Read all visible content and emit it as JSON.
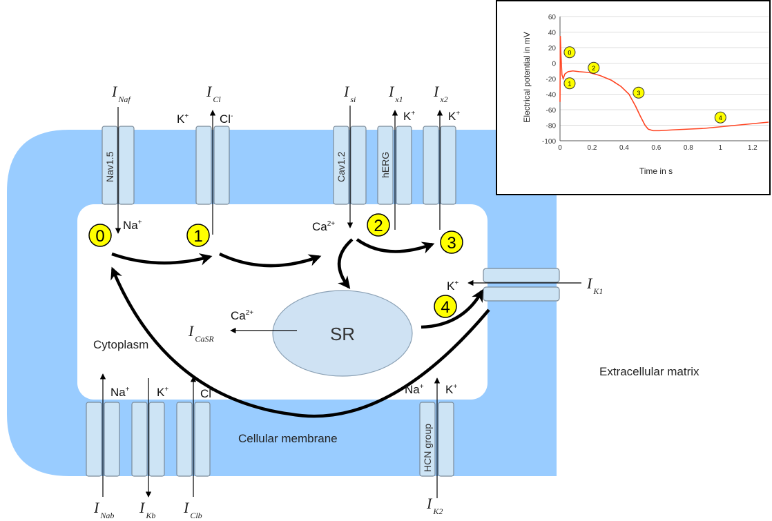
{
  "membrane_label": "Cellular membrane",
  "cytoplasm_label": "Cytoplasm",
  "extracellular_label": "Extracellular matrix",
  "sr_label": "SR",
  "channels": {
    "nav": "Nav1.5",
    "cav": "Cav1.2",
    "herg": "hERG",
    "hcn": "HCN group"
  },
  "currents": {
    "naf": {
      "main": "I",
      "sub": "Naf"
    },
    "cl": {
      "main": "I",
      "sub": "Cl"
    },
    "si": {
      "main": "I",
      "sub": "si"
    },
    "x1": {
      "main": "I",
      "sub": "x1"
    },
    "x2": {
      "main": "I",
      "sub": "x2"
    },
    "k1": {
      "main": "I",
      "sub": "K1"
    },
    "casr": {
      "main": "I",
      "sub": "CaSR"
    },
    "nab": {
      "main": "I",
      "sub": "Nab"
    },
    "kb": {
      "main": "I",
      "sub": "Kb"
    },
    "clb": {
      "main": "I",
      "sub": "Clb"
    },
    "k2": {
      "main": "I",
      "sub": "K2"
    }
  },
  "ions": {
    "k": "K",
    "k_charge": "+",
    "cl": "Cl",
    "cl_charge": "-",
    "na": "Na",
    "na_charge": "+",
    "ca": "Ca",
    "ca_charge": "2+"
  },
  "phases": [
    "0",
    "1",
    "2",
    "3",
    "4"
  ],
  "colors": {
    "membrane": "#99ccff",
    "channel_fill": "#cde4f5",
    "channel_stroke": "#7a8a99",
    "phase_fill": "#ffff00",
    "curve": "#ff4422",
    "sr_fill": "#cfe2f3"
  },
  "inset_chart": {
    "chart_data": {
      "type": "line",
      "xlabel": "Time in s",
      "ylabel": "Electrical potential in mV",
      "xlim": [
        0,
        1.3
      ],
      "ylim": [
        -100,
        60
      ],
      "xticks": [
        "0",
        "0.2",
        "0.4",
        "0.6",
        "0.8",
        "1",
        "1.2"
      ],
      "yticks": [
        "60",
        "40",
        "20",
        "0",
        "-20",
        "-40",
        "-60",
        "-80",
        "-100"
      ],
      "grid": "horizontal",
      "series": [
        {
          "x": [
            0,
            0.002,
            0.006,
            0.012,
            0.02,
            0.03,
            0.05,
            0.08,
            0.12,
            0.18,
            0.25,
            0.32,
            0.38,
            0.43,
            0.47,
            0.5,
            0.53,
            0.55,
            0.58,
            0.62,
            0.7,
            0.8,
            0.9,
            1.0,
            1.1,
            1.2,
            1.3
          ],
          "y": [
            -50,
            35,
            10,
            -15,
            -20,
            -14,
            -11,
            -10,
            -11,
            -12,
            -16,
            -22,
            -30,
            -40,
            -55,
            -68,
            -80,
            -85,
            -87,
            -87,
            -86,
            -85,
            -84,
            -82,
            -80,
            -78,
            -76
          ]
        }
      ],
      "annotations": [
        {
          "label": "0",
          "x": 0.06,
          "y": 14
        },
        {
          "label": "1",
          "x": 0.06,
          "y": -26
        },
        {
          "label": "2",
          "x": 0.21,
          "y": -6
        },
        {
          "label": "3",
          "x": 0.49,
          "y": -38
        },
        {
          "label": "4",
          "x": 1.0,
          "y": -70
        }
      ]
    }
  }
}
